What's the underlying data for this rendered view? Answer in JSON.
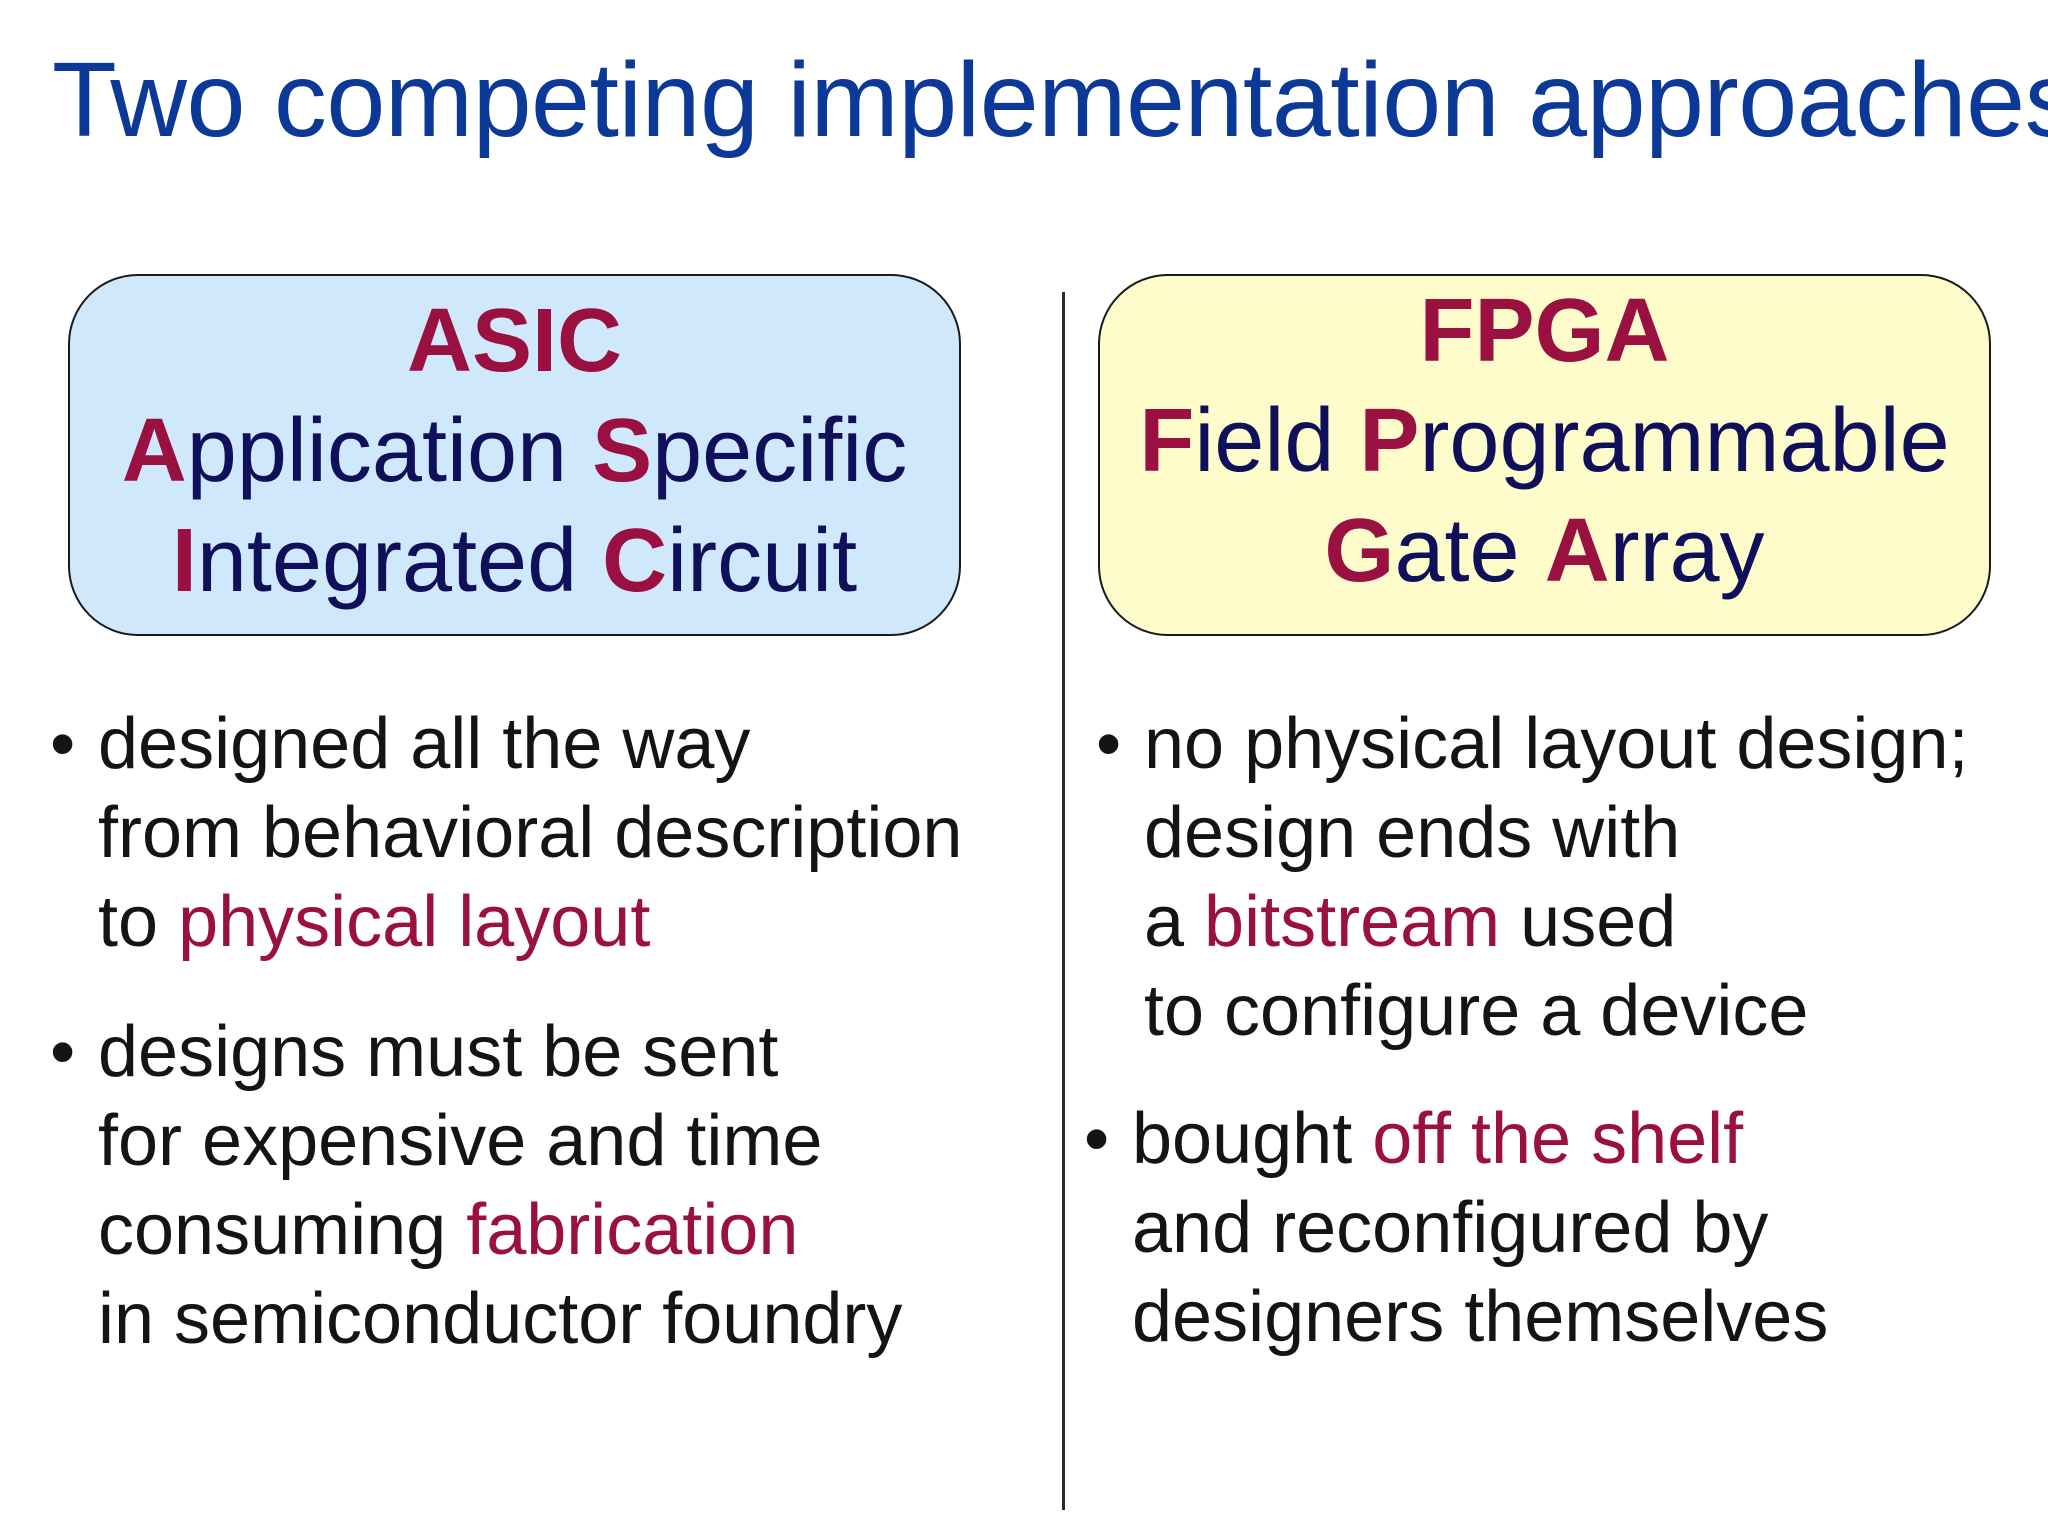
{
  "title": "Two competing implementation approaches",
  "asic": {
    "acronym": "ASIC",
    "line1": [
      {
        "hl": "A",
        "rest": "pplication "
      },
      {
        "hl": "S",
        "rest": "pecific"
      }
    ],
    "line2": [
      {
        "hl": "I",
        "rest": "ntegrated "
      },
      {
        "hl": "C",
        "rest": "ircuit"
      }
    ],
    "bullet_symbol": "•",
    "bullets": [
      {
        "lines": [
          {
            "before": "designed all the way",
            "accent": "",
            "after": ""
          },
          {
            "before": "from behavioral description",
            "accent": "",
            "after": ""
          },
          {
            "before": "to ",
            "accent": "physical layout",
            "after": ""
          }
        ]
      },
      {
        "lines": [
          {
            "before": "designs must be sent",
            "accent": "",
            "after": ""
          },
          {
            "before": "for expensive and time",
            "accent": "",
            "after": ""
          },
          {
            "before": "consuming ",
            "accent": "fabrication",
            "after": ""
          },
          {
            "before": "in semiconductor foundry",
            "accent": "",
            "after": ""
          }
        ]
      }
    ]
  },
  "fpga": {
    "acronym": "FPGA",
    "line1": [
      {
        "hl": "F",
        "rest": "ield "
      },
      {
        "hl": "P",
        "rest": "rogrammable"
      }
    ],
    "line2": [
      {
        "hl": "G",
        "rest": "ate "
      },
      {
        "hl": "A",
        "rest": "rray"
      }
    ],
    "bullet_symbol": "•",
    "bullets": [
      {
        "lines": [
          {
            "before": "no physical layout design;",
            "accent": "",
            "after": ""
          },
          {
            "before": "design ends with",
            "accent": "",
            "after": ""
          },
          {
            "before": "a ",
            "accent": "bitstream",
            "after": " used"
          },
          {
            "before": "to configure a device",
            "accent": "",
            "after": ""
          }
        ]
      },
      {
        "lines": [
          {
            "before": "bought ",
            "accent": "off the shelf",
            "after": ""
          },
          {
            "before": "and reconfigured by",
            "accent": "",
            "after": ""
          },
          {
            "before": "designers themselves",
            "accent": "",
            "after": ""
          }
        ]
      }
    ]
  },
  "colors": {
    "title": "#0c3898",
    "accent": "#9a1040",
    "box_text": "#10105a",
    "asic_box": "#cfe8fb",
    "fpga_box": "#fdfcca"
  }
}
